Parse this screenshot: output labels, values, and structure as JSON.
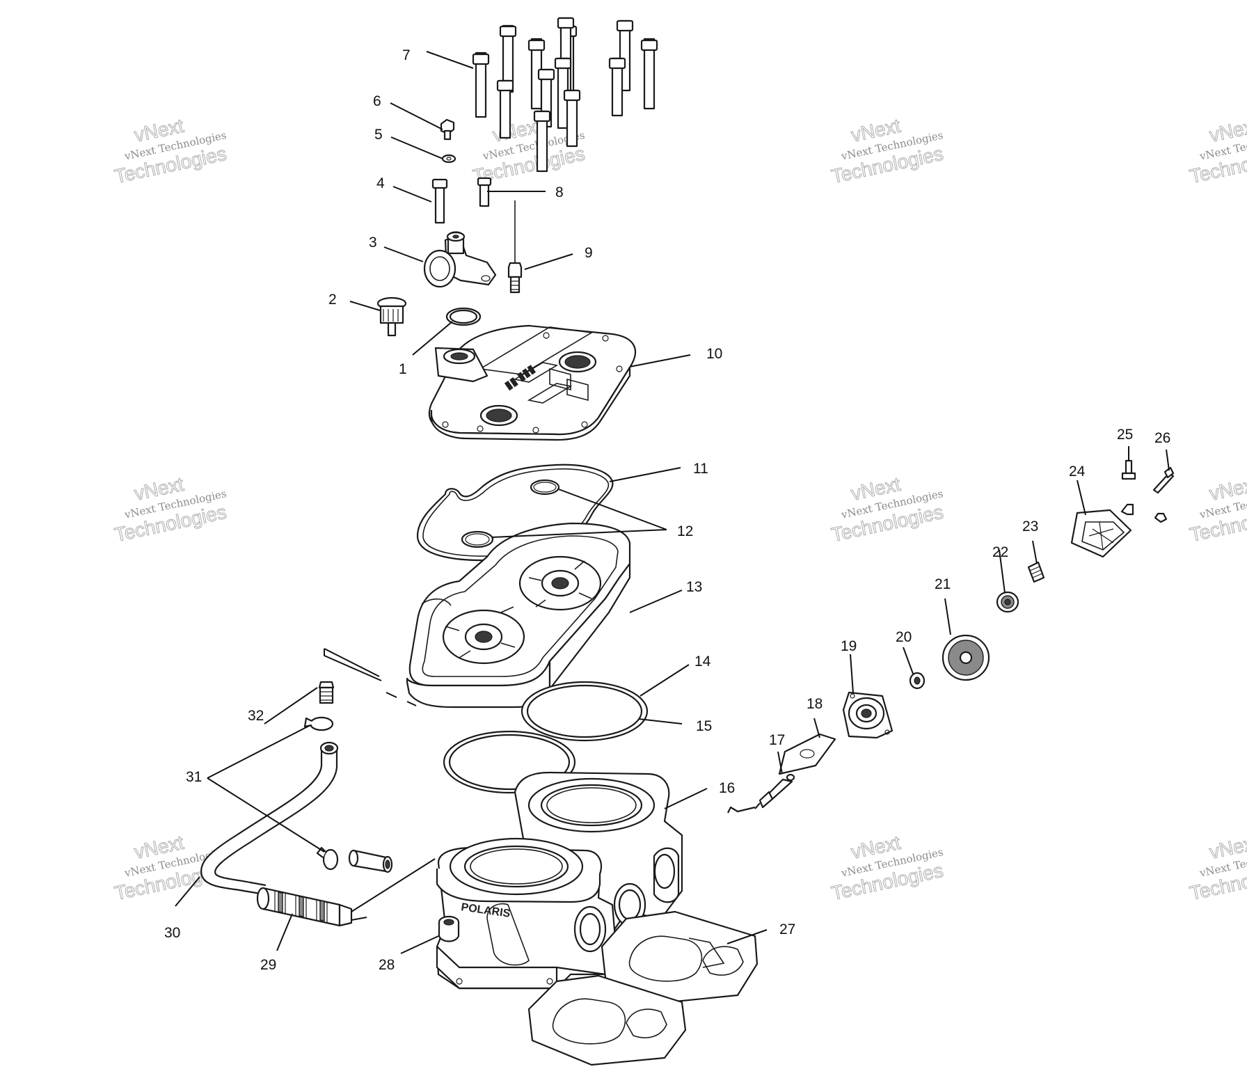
{
  "diagram": {
    "callouts": [
      "1",
      "2",
      "3",
      "4",
      "5",
      "6",
      "7",
      "8",
      "9",
      "10",
      "11",
      "12",
      "13",
      "14",
      "15",
      "16",
      "17",
      "18",
      "19",
      "20",
      "21",
      "22",
      "23",
      "24",
      "25",
      "26",
      "27",
      "28",
      "29",
      "30",
      "31",
      "32"
    ],
    "watermark": {
      "line1": "vNext",
      "line2": "vNext Technologies",
      "line3": "Technologies"
    },
    "cylinder_brand": "POLARIS"
  }
}
